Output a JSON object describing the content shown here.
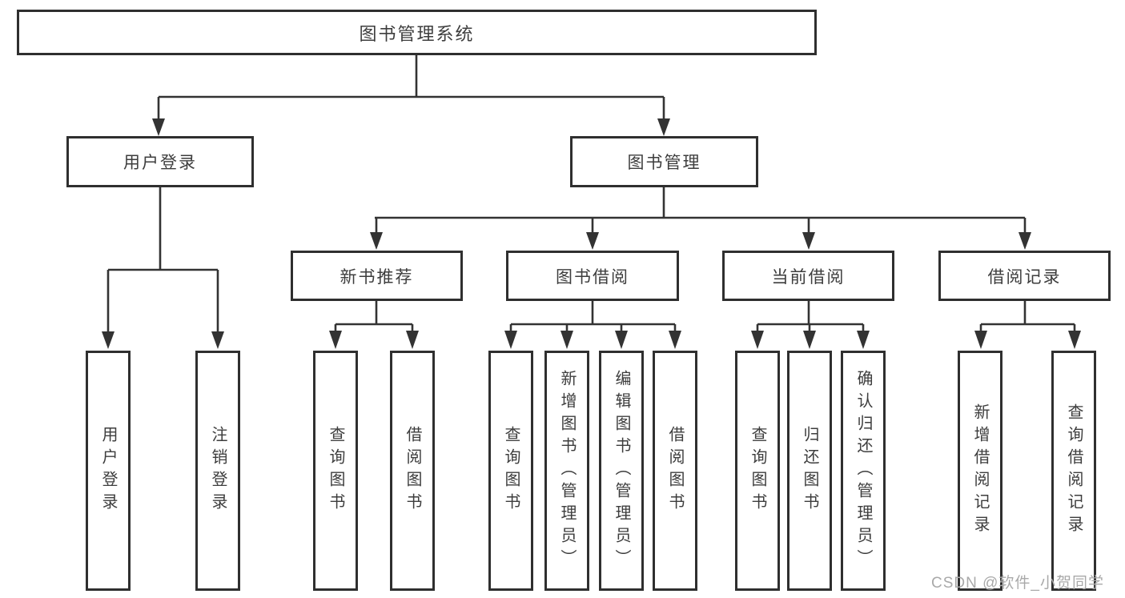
{
  "tree": {
    "root": {
      "label": "图书管理系统"
    },
    "user_branch": {
      "label": "用户登录",
      "children": [
        {
          "label": "用户登录"
        },
        {
          "label": "注销登录"
        }
      ]
    },
    "book_branch": {
      "label": "图书管理",
      "sections": [
        {
          "label": "新书推荐",
          "children": [
            {
              "label": "查询图书"
            },
            {
              "label": "借阅图书"
            }
          ]
        },
        {
          "label": "图书借阅",
          "children": [
            {
              "label": "查询图书"
            },
            {
              "label": "新增图书（管理员）"
            },
            {
              "label": "编辑图书（管理员）"
            },
            {
              "label": "借阅图书"
            }
          ]
        },
        {
          "label": "当前借阅",
          "children": [
            {
              "label": "查询图书"
            },
            {
              "label": "归还图书"
            },
            {
              "label": "确认归还（管理员）"
            }
          ]
        },
        {
          "label": "借阅记录",
          "children": [
            {
              "label": "新增借阅记录"
            },
            {
              "label": "查询借阅记录"
            }
          ]
        }
      ]
    }
  },
  "watermark": {
    "text": "CSDN @软件_小贺同学"
  },
  "colors": {
    "line": "#333333",
    "box_border": "#2f2f2f",
    "text": "#3d3d3d",
    "watermark": "#a9a9a9",
    "background": "#ffffff"
  }
}
